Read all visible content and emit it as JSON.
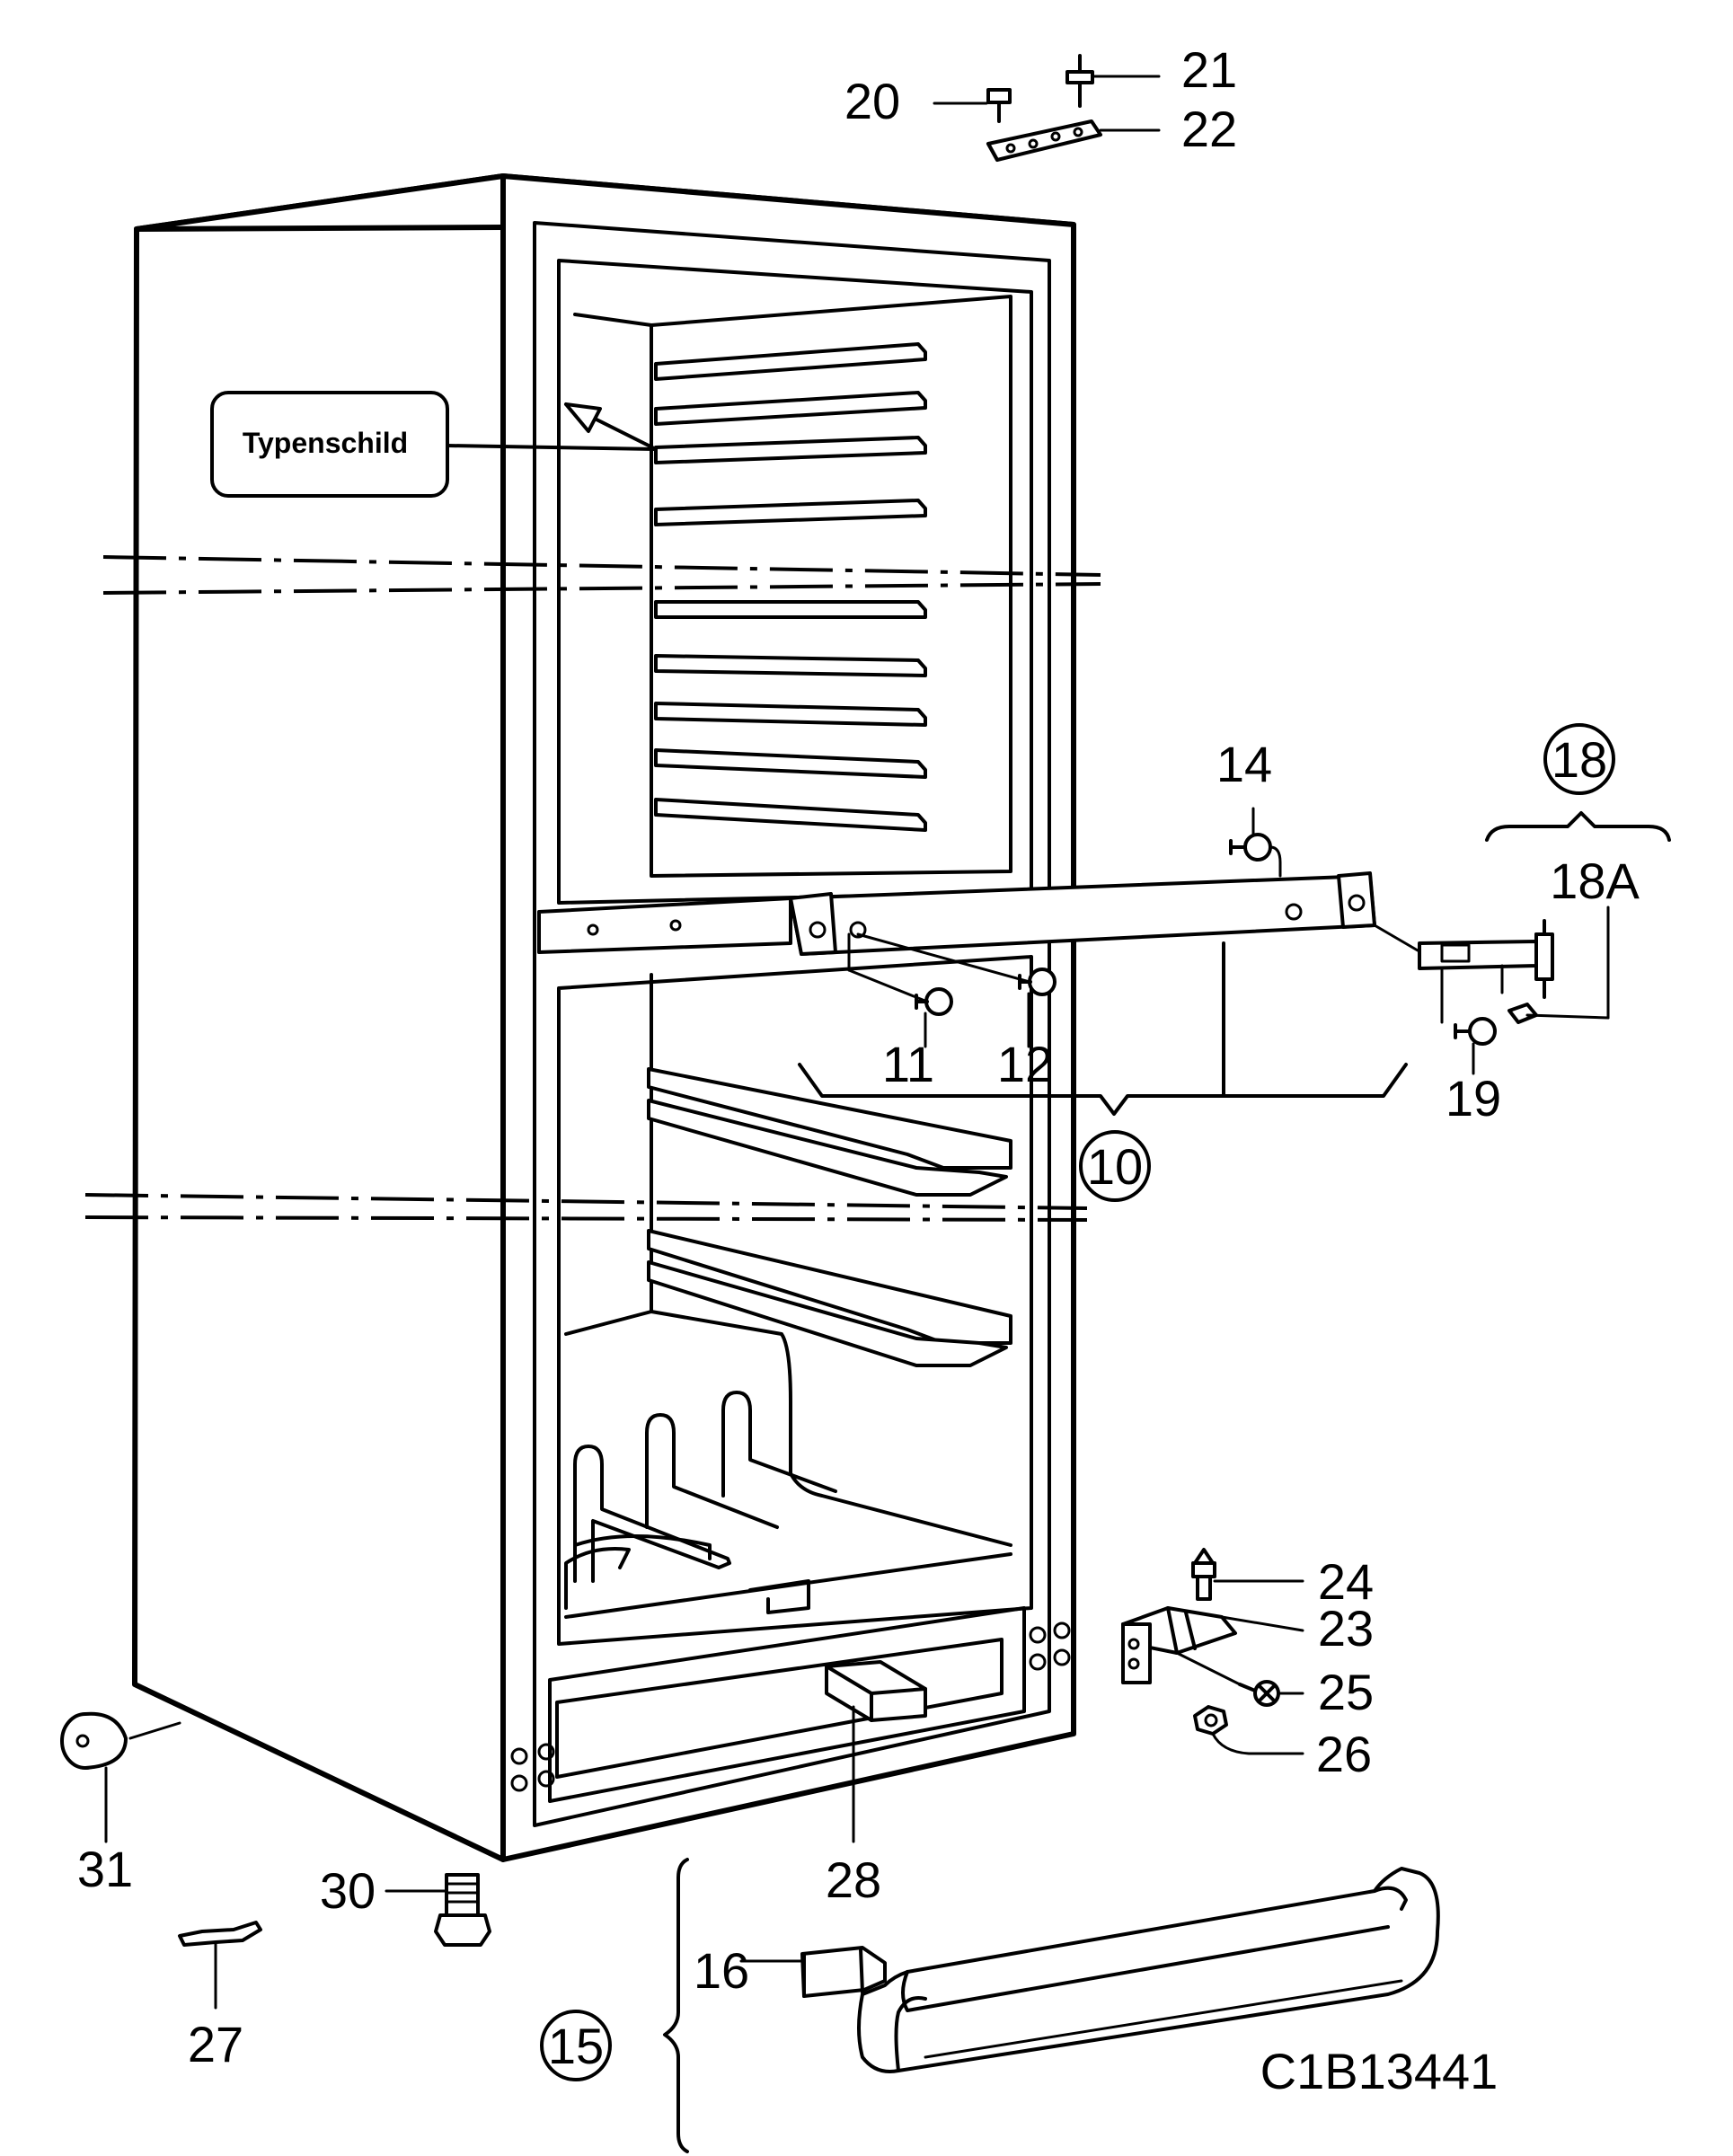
{
  "diagram": {
    "drawing_number": "C1B13441",
    "nameplate_label": "Typenschild",
    "part_labels": {
      "p10": "10",
      "p11": "11",
      "p12": "12",
      "p14": "14",
      "p15": "15",
      "p16": "16",
      "p18": "18",
      "p18a": "18A",
      "p19": "19",
      "p20": "20",
      "p21": "21",
      "p22": "22",
      "p23": "23",
      "p24": "24",
      "p25": "25",
      "p26": "26",
      "p27": "27",
      "p28": "28",
      "p30": "30",
      "p31": "31"
    }
  }
}
